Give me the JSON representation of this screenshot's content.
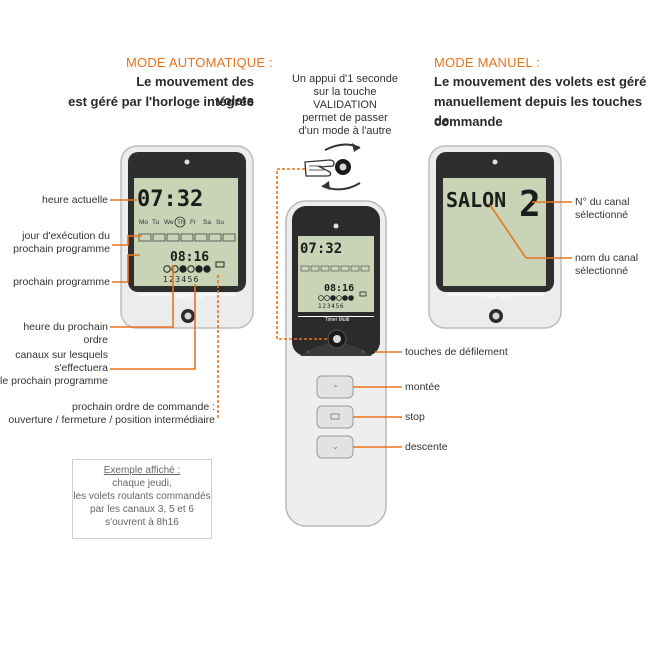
{
  "auto": {
    "title": "MODE AUTOMATIQUE :",
    "line1": "Le mouvement des volets",
    "line2": "est géré par l'horloge intégrée"
  },
  "manual": {
    "title": "MODE MANUEL :",
    "line1": "Le mouvement des volets est géré",
    "line2": "manuellement depuis les touches de",
    "line3": "commande"
  },
  "center": {
    "line1": "Un appui d'1 seconde",
    "line2": "sur la touche",
    "line3": "VALIDATION",
    "line4": "permet de passer",
    "line5": "d'un mode à l'autre"
  },
  "left_labels": {
    "heure_actuelle": "heure actuelle",
    "jour_1": "jour d'exécution du",
    "jour_2": "prochain programme",
    "prochain_programme": "prochain programme",
    "heure_ordre": "heure du prochain ordre",
    "canaux_1": "canaux sur lesquels",
    "canaux_2": "s'effectuera",
    "canaux_3": "le prochain programme",
    "ordre_1": "prochain ordre de commande :",
    "ordre_2": "ouverture / fermeture / position intermédiaire"
  },
  "right_labels": {
    "canal_no_1": "N° du canal",
    "canal_no_2": "sélectionné",
    "canal_nom_1": "nom du canal",
    "canal_nom_2": "sélectionné",
    "defilement": "touches de défilement",
    "montee": "montée",
    "stop": "stop",
    "descente": "descente"
  },
  "example": {
    "title": "Exemple affiché :",
    "line1": "chaque jeudi,",
    "line2": "les volets roulants commandés",
    "line3": "par les canaux 3, 5 et 6",
    "line4": "s'ouvrent à 8h16"
  },
  "lcd_auto": {
    "time": "07:32",
    "days": [
      "Mo",
      "Tu",
      "We",
      "Th",
      "Fr",
      "Sa",
      "Su"
    ],
    "next_time": "08:16",
    "channels": "123456"
  },
  "lcd_remote": {
    "time": "07:32",
    "next_time": "08:16",
    "channels": "123456"
  },
  "lcd_manual": {
    "name": "SALON",
    "number": "2"
  },
  "brand": "Timer Multi",
  "colors": {
    "accent": "#e8731f",
    "lcd_bg": "#c8d4b4",
    "device_dark": "#2b2b2b"
  }
}
